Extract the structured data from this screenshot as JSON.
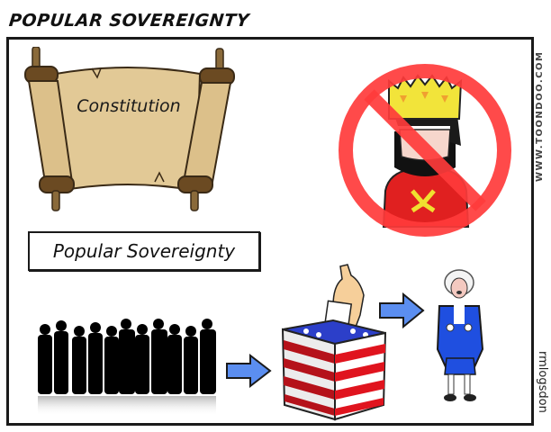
{
  "header": {
    "title": "POPULAR SOVEREIGNTY"
  },
  "credits": {
    "site": "WWW.TOONDOO.COM",
    "author": "rmlogsdon"
  },
  "panel": {
    "scroll": {
      "text": "Constitution",
      "icon": "scroll-icon"
    },
    "no_king": {
      "icon": "no-king-icon",
      "prohibition_color": "#ff3b3b",
      "crown_color": "#f5e63a",
      "robe_color": "#e02020"
    },
    "caption": {
      "text": "Popular Sovereignty"
    },
    "flow": [
      {
        "icon": "crowd-silhouette-icon"
      },
      {
        "icon": "arrow-right-icon",
        "color": "#5b8ef0"
      },
      {
        "icon": "ballot-box-icon",
        "stripe_color": "#e0141e",
        "lid_color": "#2c3fc9"
      },
      {
        "icon": "arrow-right-icon",
        "color": "#5b8ef0"
      },
      {
        "icon": "founding-father-icon",
        "coat_color": "#1f4fe0"
      }
    ]
  }
}
